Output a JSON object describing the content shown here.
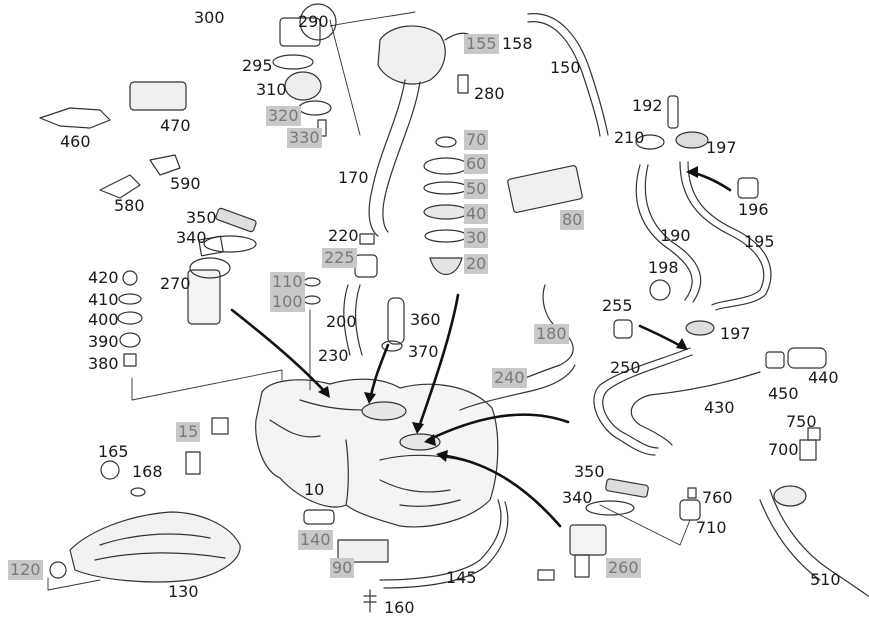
{
  "diagram": {
    "line_color": "#333333",
    "highlight_color": "#c8c8c8",
    "labels": [
      {
        "text": "300",
        "highlighted": false
      },
      {
        "text": "290",
        "highlighted": false
      },
      {
        "text": "295",
        "highlighted": false
      },
      {
        "text": "310",
        "highlighted": false
      },
      {
        "text": "320",
        "highlighted": true
      },
      {
        "text": "330",
        "highlighted": true
      },
      {
        "text": "155",
        "highlighted": true
      },
      {
        "text": "158",
        "highlighted": false
      },
      {
        "text": "150",
        "highlighted": false
      },
      {
        "text": "280",
        "highlighted": false
      },
      {
        "text": "170",
        "highlighted": false
      },
      {
        "text": "460",
        "highlighted": false
      },
      {
        "text": "470",
        "highlighted": false
      },
      {
        "text": "590",
        "highlighted": false
      },
      {
        "text": "580",
        "highlighted": false
      },
      {
        "text": "70",
        "highlighted": true
      },
      {
        "text": "60",
        "highlighted": true
      },
      {
        "text": "50",
        "highlighted": true
      },
      {
        "text": "40",
        "highlighted": true
      },
      {
        "text": "30",
        "highlighted": true
      },
      {
        "text": "20",
        "highlighted": true
      },
      {
        "text": "80",
        "highlighted": true
      },
      {
        "text": "192",
        "highlighted": false
      },
      {
        "text": "210",
        "highlighted": false
      },
      {
        "text": "197",
        "highlighted": false
      },
      {
        "text": "196",
        "highlighted": false
      },
      {
        "text": "190",
        "highlighted": false
      },
      {
        "text": "195",
        "highlighted": false
      },
      {
        "text": "198",
        "highlighted": false
      },
      {
        "text": "350",
        "highlighted": false
      },
      {
        "text": "340",
        "highlighted": false
      },
      {
        "text": "220",
        "highlighted": false
      },
      {
        "text": "225",
        "highlighted": true
      },
      {
        "text": "270",
        "highlighted": false
      },
      {
        "text": "420",
        "highlighted": false
      },
      {
        "text": "410",
        "highlighted": false
      },
      {
        "text": "400",
        "highlighted": false
      },
      {
        "text": "390",
        "highlighted": false
      },
      {
        "text": "380",
        "highlighted": false
      },
      {
        "text": "110",
        "highlighted": true
      },
      {
        "text": "100",
        "highlighted": true
      },
      {
        "text": "200",
        "highlighted": false
      },
      {
        "text": "360",
        "highlighted": false
      },
      {
        "text": "230",
        "highlighted": false
      },
      {
        "text": "370",
        "highlighted": false
      },
      {
        "text": "180",
        "highlighted": true
      },
      {
        "text": "255",
        "highlighted": false
      },
      {
        "text": "197",
        "highlighted": false
      },
      {
        "text": "250",
        "highlighted": false
      },
      {
        "text": "240",
        "highlighted": true
      },
      {
        "text": "440",
        "highlighted": false
      },
      {
        "text": "450",
        "highlighted": false
      },
      {
        "text": "430",
        "highlighted": false
      },
      {
        "text": "750",
        "highlighted": false
      },
      {
        "text": "700",
        "highlighted": false
      },
      {
        "text": "15",
        "highlighted": true
      },
      {
        "text": "165",
        "highlighted": false
      },
      {
        "text": "168",
        "highlighted": false
      },
      {
        "text": "10",
        "highlighted": false
      },
      {
        "text": "350",
        "highlighted": false
      },
      {
        "text": "340",
        "highlighted": false
      },
      {
        "text": "760",
        "highlighted": false
      },
      {
        "text": "710",
        "highlighted": false
      },
      {
        "text": "140",
        "highlighted": true
      },
      {
        "text": "90",
        "highlighted": true
      },
      {
        "text": "145",
        "highlighted": false
      },
      {
        "text": "260",
        "highlighted": true
      },
      {
        "text": "510",
        "highlighted": false
      },
      {
        "text": "120",
        "highlighted": true
      },
      {
        "text": "130",
        "highlighted": false
      },
      {
        "text": "160",
        "highlighted": false
      }
    ]
  }
}
